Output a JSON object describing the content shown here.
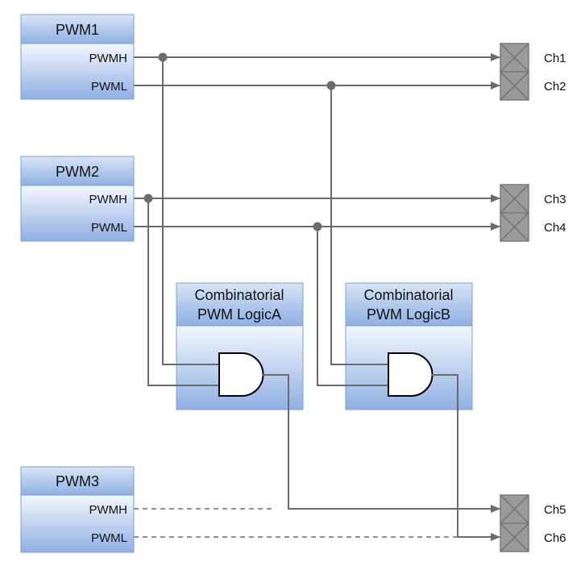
{
  "pwm_blocks": [
    {
      "title": "PWM1",
      "ports": [
        "PWMH",
        "PWML"
      ]
    },
    {
      "title": "PWM2",
      "ports": [
        "PWMH",
        "PWML"
      ]
    },
    {
      "title": "PWM3",
      "ports": [
        "PWMH",
        "PWML"
      ]
    }
  ],
  "logic_blocks": [
    {
      "title_line1": "Combinatorial",
      "title_line2": "PWM LogicA",
      "gate": "AND"
    },
    {
      "title_line1": "Combinatorial",
      "title_line2": "PWM LogicB",
      "gate": "AND"
    }
  ],
  "channels": [
    "Ch1",
    "Ch2",
    "Ch3",
    "Ch4",
    "Ch5",
    "Ch6"
  ],
  "colors": {
    "block_border": "#7f9fcf",
    "block_fill_top": "#ffffff",
    "block_fill_bottom": "#8fb0e3",
    "wire": "#6b6b6b",
    "pin_fill": "#9a9a9a"
  }
}
